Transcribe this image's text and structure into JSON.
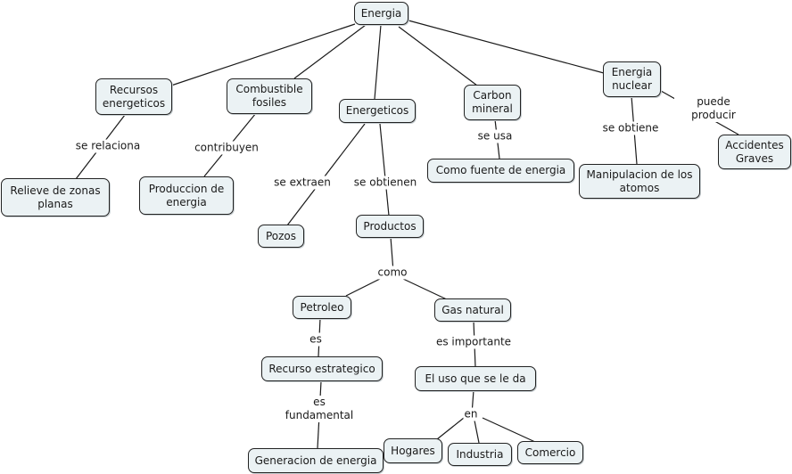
{
  "concepts": {
    "energia": "Energia",
    "recursos": "Recursos\nenergeticos",
    "combustible": "Combustible\nfosiles",
    "energeticos": "Energeticos",
    "carbon": "Carbon\nmineral",
    "nuclear": "Energia\nnuclear",
    "relieve": "Relieve de zonas\nplanas",
    "produccion": "Produccion de\nenergia",
    "fuente": "Como fuente de energia",
    "manipulacion": "Manipulacion de los\natomos",
    "accidentes": "Accidentes\nGraves",
    "pozos": "Pozos",
    "productos": "Productos",
    "petroleo": "Petroleo",
    "gas": "Gas natural",
    "recurso_estrategico": "Recurso estrategico",
    "uso": "El uso que se le da",
    "generacion": "Generacion de energia",
    "hogares": "Hogares",
    "industria": "Industria",
    "comercio": "Comercio"
  },
  "linking_phrases": {
    "se_relaciona": "se relaciona",
    "contribuyen": "contribuyen",
    "se_usa": "se usa",
    "se_obtiene": "se obtiene",
    "puede_producir": "puede producir",
    "se_extraen": "se extraen",
    "se_obtienen": "se obtienen",
    "como": "como",
    "es": "es",
    "es_importante": "es importante",
    "es_fundamental": "es\nfundamental",
    "en": "en"
  }
}
